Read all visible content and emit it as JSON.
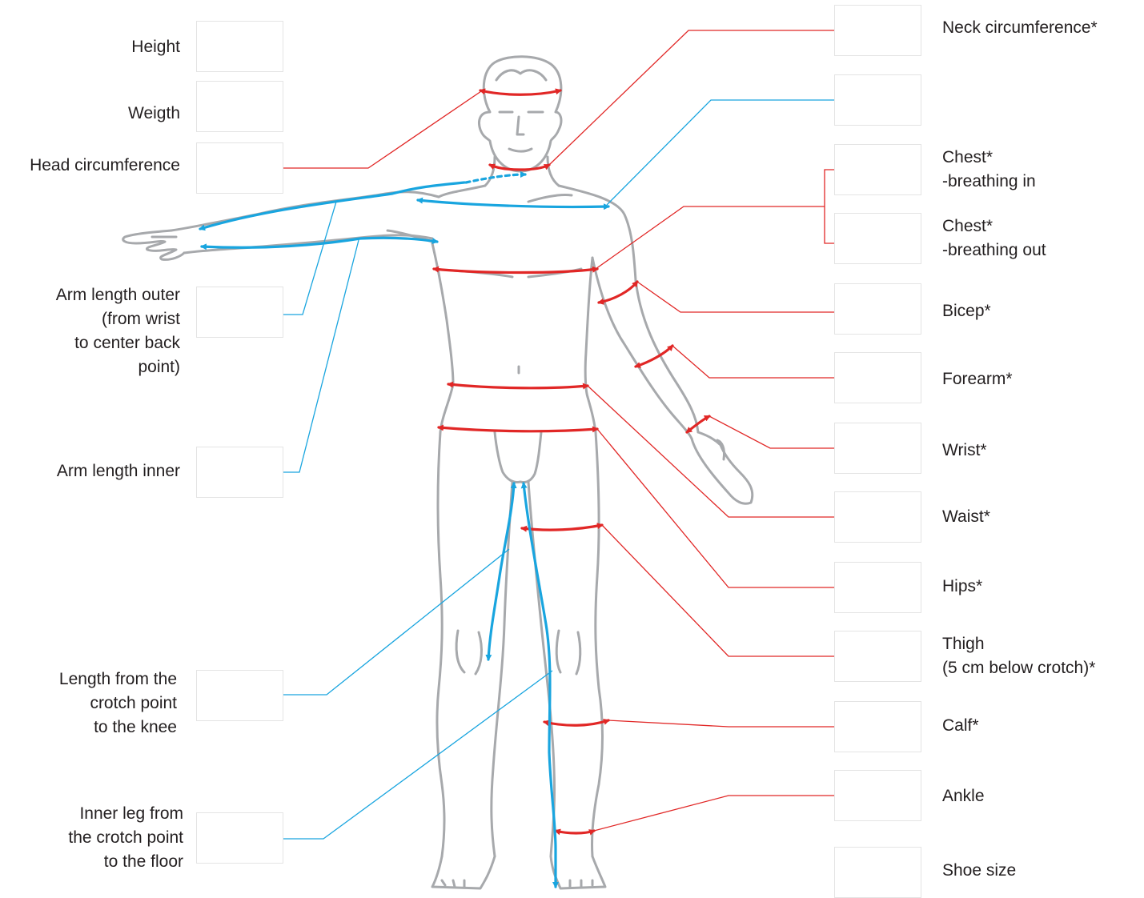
{
  "colors": {
    "red": "#e12726",
    "blue": "#19a5df",
    "body_outline": "#a7a9ac",
    "box_border": "#e4e4e4",
    "text": "#231f20"
  },
  "left_fields": [
    {
      "id": "height",
      "lines": [
        "Height"
      ]
    },
    {
      "id": "weight",
      "lines": [
        "Weigth"
      ]
    },
    {
      "id": "head",
      "lines": [
        "Head circumference"
      ]
    },
    {
      "id": "arm-outer",
      "lines": [
        "Arm length outer",
        "(from wrist",
        "to center back",
        "point)"
      ]
    },
    {
      "id": "arm-inner",
      "lines": [
        "Arm length inner"
      ]
    },
    {
      "id": "crotch-knee",
      "lines": [
        "Length from the",
        "crotch point",
        "to the knee"
      ]
    },
    {
      "id": "inner-leg",
      "lines": [
        "Inner leg from",
        "the crotch point",
        "to the floor"
      ]
    }
  ],
  "right_fields": [
    {
      "id": "neck",
      "lines": [
        "Neck circumference*"
      ]
    },
    {
      "id": "shoulder",
      "lines": []
    },
    {
      "id": "chest-in",
      "lines": [
        "Chest*",
        "-breathing in"
      ]
    },
    {
      "id": "chest-out",
      "lines": [
        "Chest*",
        "-breathing out"
      ]
    },
    {
      "id": "bicep",
      "lines": [
        "Bicep*"
      ]
    },
    {
      "id": "forearm",
      "lines": [
        "Forearm*"
      ]
    },
    {
      "id": "wrist",
      "lines": [
        "Wrist*"
      ]
    },
    {
      "id": "waist",
      "lines": [
        "Waist*"
      ]
    },
    {
      "id": "hips",
      "lines": [
        "Hips*"
      ]
    },
    {
      "id": "thigh",
      "lines": [
        "Thigh",
        "(5 cm below crotch)*"
      ]
    },
    {
      "id": "calf",
      "lines": [
        "Calf*"
      ]
    },
    {
      "id": "ankle",
      "lines": [
        "Ankle"
      ]
    },
    {
      "id": "shoe",
      "lines": [
        "Shoe size"
      ]
    }
  ]
}
